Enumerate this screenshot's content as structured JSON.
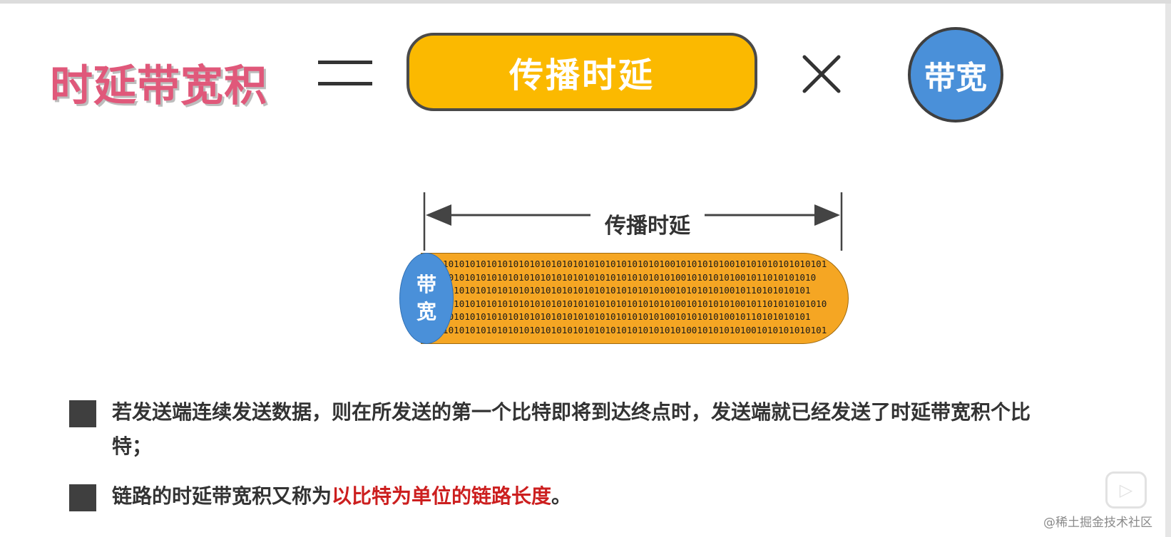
{
  "formula": {
    "lhs": "时延带宽积",
    "equals": "=",
    "factor1": "传播时延",
    "times": "×",
    "factor2": "带宽"
  },
  "diagram": {
    "dimension_label": "传播时延",
    "bandwidth_end_label_top": "带",
    "bandwidth_end_label_bottom": "宽",
    "bit_rows": [
      "10101010101010101010101010101010101010101001010101010010101010101010101",
      "101010101010101010101010101010101010101010100101010101001011010101010",
      "10101010101010101010101010101010101010101001010101010010110101010101",
      "101010101010101010101010101010101010101010100101010101001011010101010101",
      "10101010101010101010101010101010101010101001010101010010110101010101",
      "10101010101010101010101010101010101010101010100101010101001010101010101"
    ]
  },
  "bullets": [
    {
      "text": "若发送端连续发送数据，则在所发送的第一个比特即将到达终点时，发送端就已经发送了时延带宽积个比特；",
      "highlight": "",
      "suffix": ""
    },
    {
      "text": "链路的时延带宽积又称为",
      "highlight": "以比特为单位的链路长度",
      "suffix": "。"
    }
  ],
  "watermark": "@稀土掘金技术社区",
  "colors": {
    "title_pink": "#e0587a",
    "propagation_orange": "#fbb900",
    "bandwidth_blue": "#4a90d9",
    "highlight_red": "#cc1f1f"
  }
}
